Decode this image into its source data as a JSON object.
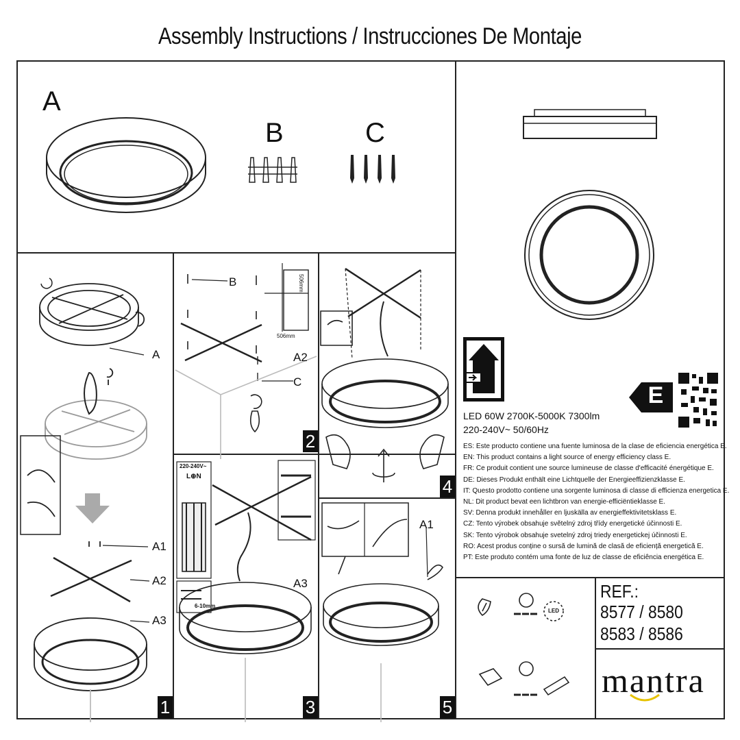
{
  "title": "Assembly Instructions / Instrucciones De Montaje",
  "parts": {
    "a": "A",
    "b": "B",
    "c": "C"
  },
  "step_numbers": [
    "1",
    "2",
    "3",
    "4",
    "5"
  ],
  "labels": {
    "step1_a": "A",
    "step1_a1": "A1",
    "step1_a2": "A2",
    "step1_a3": "A3",
    "step2_b": "B",
    "step2_a2": "A2",
    "step2_c": "C",
    "step2_dim_w": "506mm",
    "step2_dim_h": "506mm",
    "step3_a3": "A3",
    "step3_voltage": "220-240V~",
    "step3_lnn": "L⊕N",
    "step3_strip": "6-10mm",
    "step5_a1": "A1"
  },
  "energy_class": "E",
  "spec": {
    "line1": "LED 60W 2700K-5000K 7300lm",
    "line2": "220-240V~ 50/60Hz"
  },
  "energy_notes": [
    "ES: Este producto contiene una fuente luminosa de la clase de eficiencia energética E.",
    "EN: This product contains a light source of energy efficiency class E.",
    "FR: Ce produit contient une source lumineuse de classe d'efficacité énergétique E.",
    "DE: Dieses Produkt enthält eine Lichtquelle der Energieeffizienzklasse E.",
    "IT: Questo prodotto contiene una sorgente luminosa di classe di efficienza energetica E.",
    "NL: Dit product bevat een lichtbron van energie-efficiëntieklasse E.",
    "SV: Denna produkt innehåller en ljuskälla av energieffektivitetsklass E.",
    "CZ: Tento výrobek obsahuje světelný zdroj třídy energetické účinnosti E.",
    "SK: Tento výrobok obsahuje svetelný zdroj triedy energetickej účinnosti E.",
    "RO: Acest produs conține o sursă de lumină de clasă de eficiență energetică E.",
    "PT: Este produto contém uma fonte de luz de classe de eficiência energética E."
  ],
  "ref": {
    "label": "REF.:",
    "line1": "8577 / 8580",
    "line2": "8583 / 8586"
  },
  "icons": {
    "led_label": "LED"
  },
  "brand": "mantra"
}
